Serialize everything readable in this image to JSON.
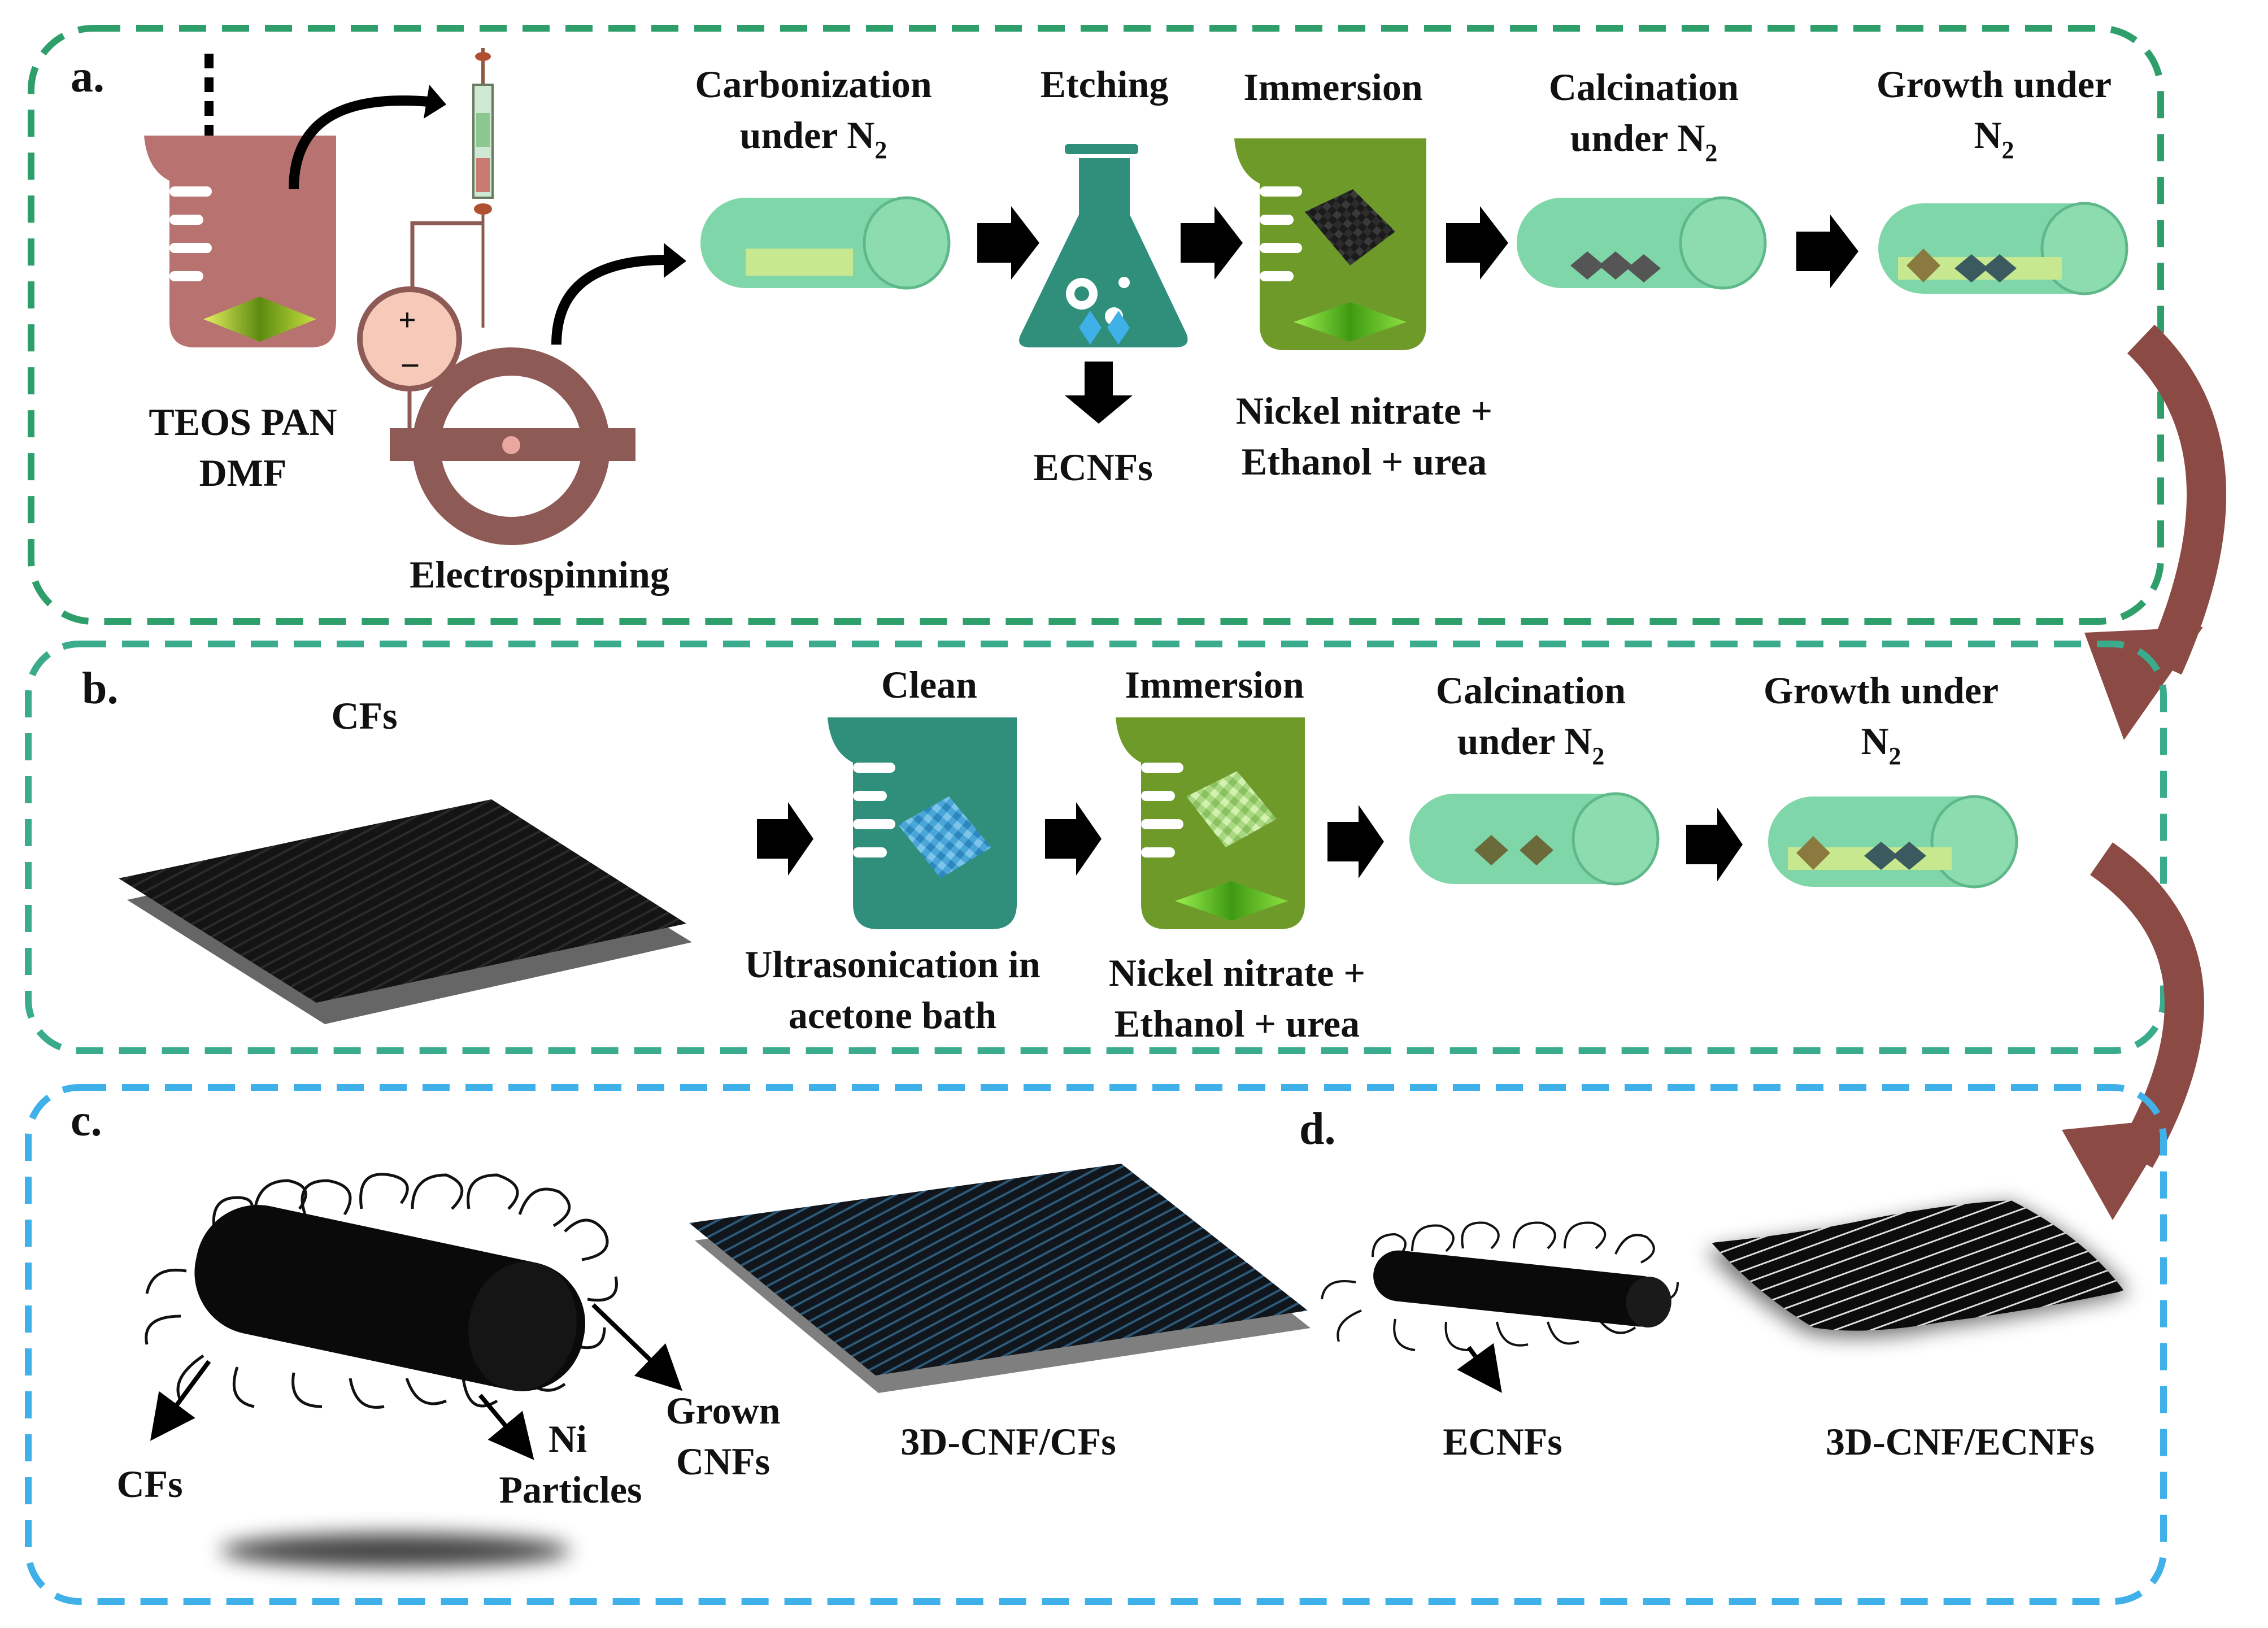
{
  "panels": {
    "a": {
      "letter": "a.",
      "steps": {
        "carbonization": [
          "Carbonization",
          "under N",
          "2"
        ],
        "etching": "Etching",
        "immersion": "Immersion",
        "calcination": [
          "Calcination",
          "under N",
          "2"
        ],
        "growth": [
          "Growth under",
          "N",
          "2"
        ]
      },
      "labels": {
        "teos": "TEOS PAN",
        "dmf": "DMF",
        "electrospinning": "Electrospinning",
        "ecnfs": "ECNFs",
        "solution_line1": "Nickel nitrate +",
        "solution_line2": "Ethanol + urea"
      }
    },
    "b": {
      "letter": "b.",
      "labels": {
        "cfs": "CFs",
        "clean": "Clean",
        "immersion": "Immersion",
        "calcination": [
          "Calcination",
          "under N",
          "2"
        ],
        "growth": [
          "Growth under",
          "N",
          "2"
        ],
        "ultra_line1": "Ultrasonication in",
        "ultra_line2": "acetone bath",
        "solution_line1": "Nickel nitrate +",
        "solution_line2": "Ethanol + urea"
      }
    },
    "c": {
      "letter": "c.",
      "labels": {
        "cfs": "CFs",
        "ni_line1": "Ni",
        "ni_line2": "Particles",
        "grown_line1": "Grown",
        "grown_line2": "CNFs",
        "product": "3D-CNF/CFs"
      }
    },
    "d": {
      "letter": "d.",
      "labels": {
        "ecnfs": "ECNFs",
        "product": "3D-CNF/ECNFs"
      }
    }
  },
  "colors": {
    "border_a": "#2e9e6b",
    "border_b": "#3aab8c",
    "border_c": "#3fb0e8",
    "tube": "#7fd6a8",
    "beaker_pink": "#b87370",
    "beaker_teal": "#2f8f7a",
    "beaker_green": "#6e9a2a",
    "curved_arrow": "#8b4a44",
    "wheel": "#8e5a55"
  }
}
